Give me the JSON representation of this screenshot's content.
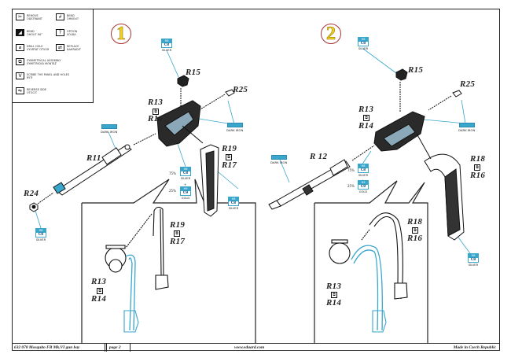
{
  "legend": {
    "items": [
      {
        "icon": "remove-icon",
        "glyph": "✂",
        "text": "REMOVE\nODSTRANIT"
      },
      {
        "icon": "bend-icon",
        "glyph": "↲",
        "text": "BEND\nOHNOUT"
      },
      {
        "icon": "bend-90-icon",
        "glyph": "◢",
        "text": "BEND\nOHOUT 90°"
      },
      {
        "icon": "option-icon",
        "glyph": "?",
        "text": "OPTION\nVOLBA"
      },
      {
        "icon": "drill-icon",
        "glyph": "⌀",
        "text": "DRILL HOLE\nVYVRTAT OTVOR"
      },
      {
        "icon": "replace-icon",
        "glyph": "⇄",
        "text": "REPLACE\nNAHRADIT"
      },
      {
        "icon": "symmetrical-assembly-icon",
        "glyph": "⧉",
        "text": "SYMMETRICAL ASSEMBLY\nSYMETRICKÁ MONTÁŽ"
      },
      {
        "icon": "score-panel-icon",
        "glyph": "V",
        "text": "SCRIBE THE PANEL AND HOLES\nRYTÍ"
      },
      {
        "icon": "reverse-side-icon",
        "glyph": "⇋",
        "text": "REVERSE SIDE\nOTOČIT"
      }
    ]
  },
  "steps": [
    {
      "number": "1",
      "labels": {
        "r15": "R15",
        "r25": "R25",
        "r13": "R13",
        "r14": "R14",
        "r11": "R11",
        "r19": "R19",
        "r17": "R17",
        "r24": "R24",
        "inset_r19": "R19",
        "inset_r17": "R17",
        "inset_r13": "R13",
        "inset_r14": "R14"
      },
      "paints": [
        {
          "code": "H8",
          "sub": "C8",
          "name": "SILVER"
        },
        {
          "code": "H8",
          "sub": "C8",
          "name": "SILVER"
        },
        {
          "code": "H9",
          "sub": "C9",
          "name": "GOLD"
        },
        {
          "code": "H8",
          "sub": "C8",
          "name": "SILVER"
        },
        {
          "code": "H8",
          "sub": "C8",
          "name": "SILVER"
        }
      ],
      "mix": {
        "silver_pct": "75%",
        "gold_pct": "25%",
        "plus": "+"
      },
      "dark_iron": [
        "DARK IRON",
        "DARK IRON"
      ]
    },
    {
      "number": "2",
      "labels": {
        "r15": "R15",
        "r25": "R25",
        "r13": "R13",
        "r14": "R14",
        "r12": "R 12",
        "r18": "R18",
        "r16": "R16",
        "inset_r18": "R18",
        "inset_r16": "R16",
        "inset_r13": "R13",
        "inset_r14": "R14"
      },
      "paints": [
        {
          "code": "H8",
          "sub": "C8",
          "name": "SILVER"
        },
        {
          "code": "H8",
          "sub": "C8",
          "name": "SILVER"
        },
        {
          "code": "H9",
          "sub": "C9",
          "name": "GOLD"
        },
        {
          "code": "H8",
          "sub": "C8",
          "name": "SILVER"
        }
      ],
      "mix": {
        "silver_pct": "75%",
        "gold_pct": "25%",
        "plus": "+"
      },
      "dark_iron": [
        "DARK IRON",
        "DARK IRON"
      ]
    }
  ],
  "footer": {
    "set_title": "632 078  Mosquito FB Mk.VI gun bay",
    "page": "page 2",
    "website": "www.eduard.com",
    "made_in": "Made in Czech Republic"
  },
  "colors": {
    "paint_blue": "#39a6cc",
    "line": "#222222",
    "step_yellow": "#f0d020",
    "step_ring": "#aa3333"
  }
}
